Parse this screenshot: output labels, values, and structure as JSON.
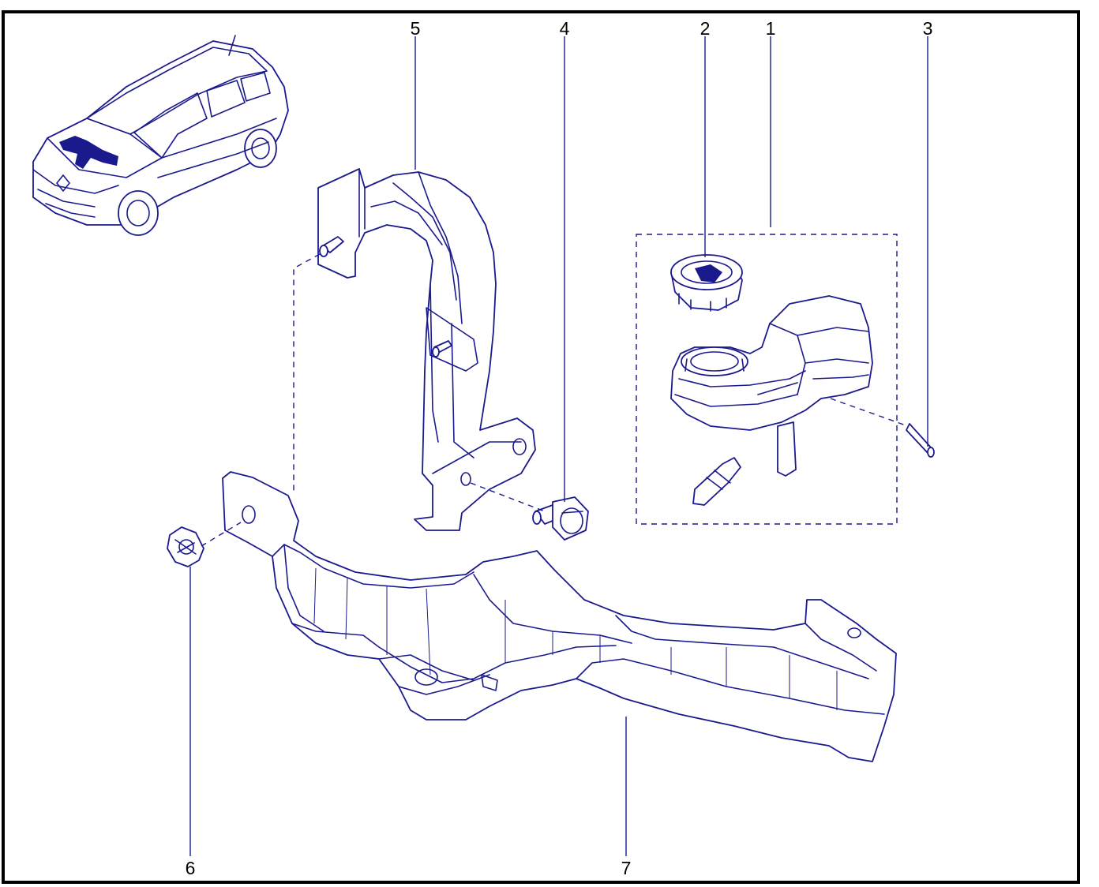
{
  "callouts": [
    {
      "id": "5",
      "label": "5"
    },
    {
      "id": "4",
      "label": "4"
    },
    {
      "id": "2",
      "label": "2"
    },
    {
      "id": "1",
      "label": "1"
    },
    {
      "id": "3",
      "label": "3"
    },
    {
      "id": "6",
      "label": "6"
    },
    {
      "id": "7",
      "label": "7"
    }
  ],
  "colors": {
    "line": "#1a1a8c",
    "frame": "#000000",
    "background": "#ffffff"
  }
}
